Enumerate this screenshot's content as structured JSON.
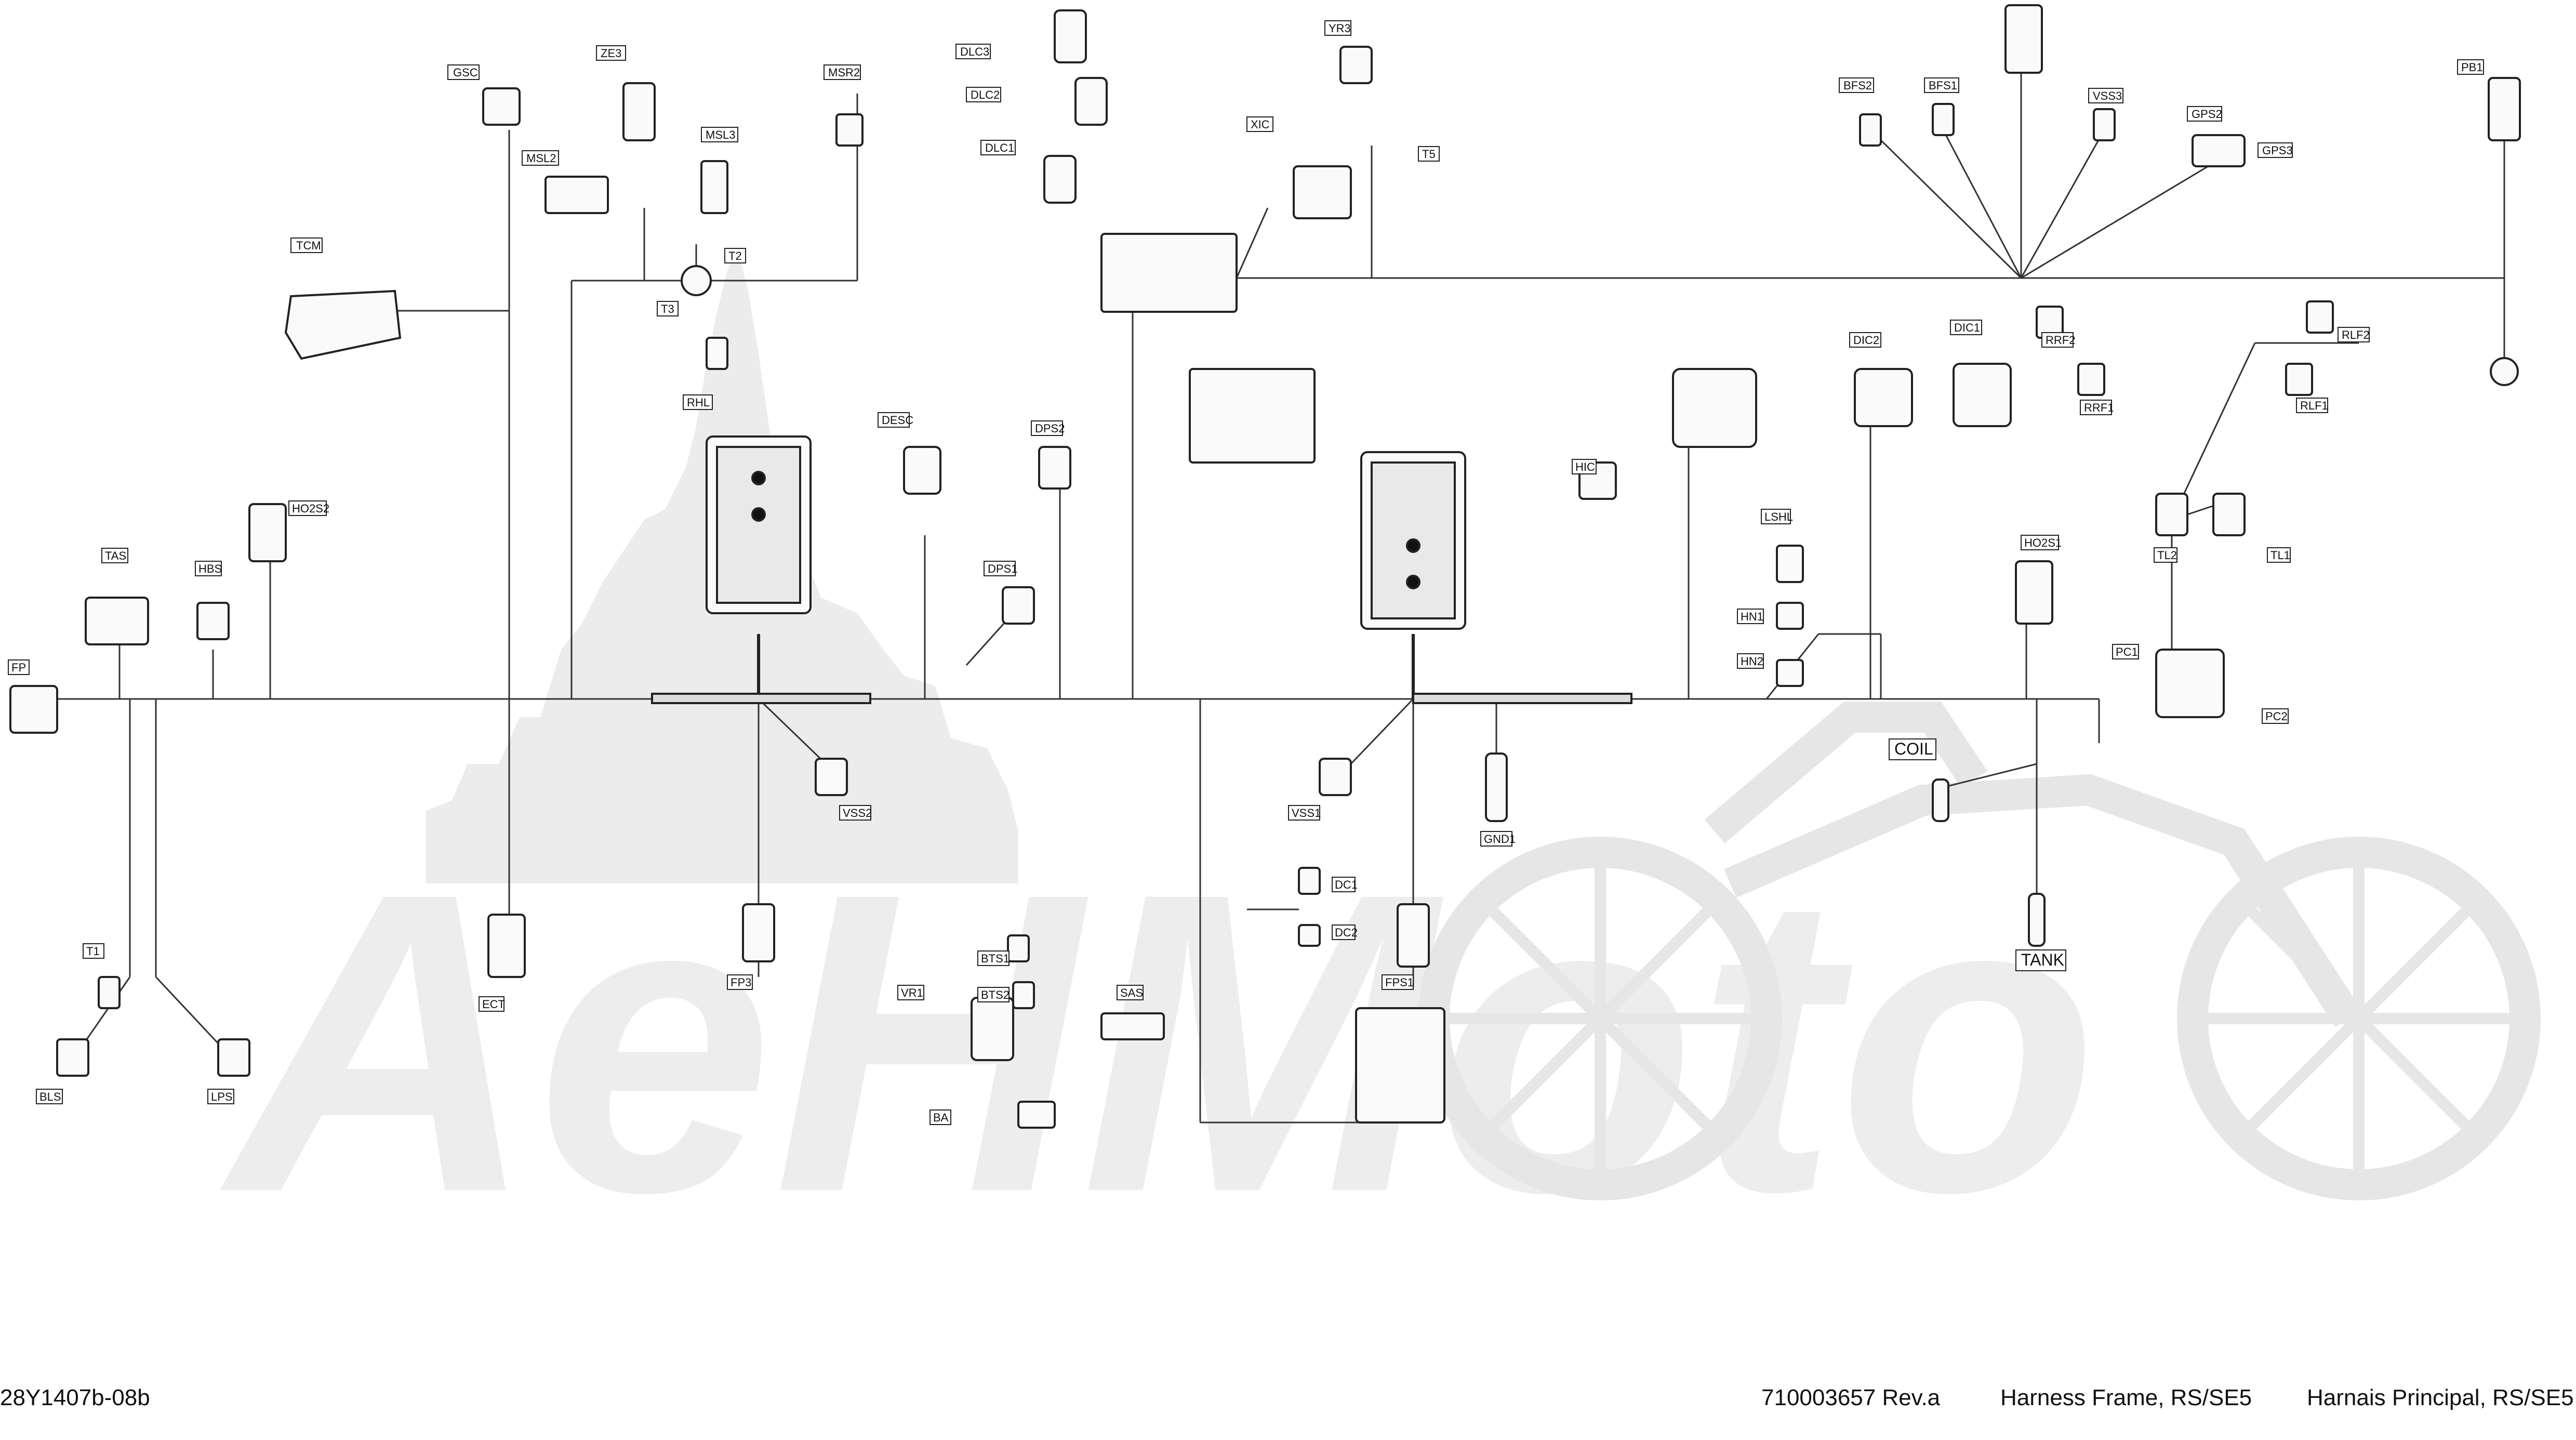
{
  "footer": {
    "drawing_id": "28Y1407b-08b",
    "part_number": "710003657 Rev.a",
    "title_en": "Harness Frame, RS/SE5",
    "title_fr": "Harnais Principal, RS/SE5"
  },
  "watermark": "AeHMoto",
  "labels": {
    "tcm": "TCM",
    "gsc": "GSC",
    "ze3": "ZE3",
    "msl2": "MSL2",
    "msr2": "MSR2",
    "msl3": "MSL3",
    "t2": "T2",
    "t3": "T3",
    "rhl": "RHL",
    "dlc3": "DLC3",
    "dlc2": "DLC2",
    "dlc1": "DLC1",
    "yr3": "YR3",
    "xic": "XIC",
    "t5": "T5",
    "bfs2": "BFS2",
    "bfs1": "BFS1",
    "vss3": "VSS3",
    "gps2": "GPS2",
    "gps3": "GPS3",
    "pb1": "PB1",
    "dic2": "DIC2",
    "dic1": "DIC1",
    "rrf2": "RRF2",
    "rrf1": "RRF1",
    "rlf2": "RLF2",
    "rlf1": "RLF1",
    "desc": "DESC",
    "dps2": "DPS2",
    "dps1": "DPS1",
    "ho2s2": "HO2S2",
    "tas": "TAS",
    "hbs": "HBS",
    "fp": "FP",
    "hic": "HIC",
    "lshl": "LSHL",
    "hn1": "HN1",
    "hn2": "HN2",
    "ho2s1": "HO2S1",
    "tl2": "TL2",
    "tl1": "TL1",
    "pc1": "PC1",
    "pc2": "PC2",
    "coil": "COIL",
    "tank": "TANK",
    "vss2": "VSS2",
    "vss1": "VSS1",
    "gnd1": "GND1",
    "dc1": "DC1",
    "dc2": "DC2",
    "fps1": "FPS1",
    "fp3": "FP3",
    "ect": "ECT",
    "sas": "SAS",
    "vr1": "VR1",
    "bts1": "BTS1",
    "bts2": "BTS2",
    "ba": "BA",
    "t1": "T1",
    "bls": "BLS",
    "lps": "LPS"
  }
}
